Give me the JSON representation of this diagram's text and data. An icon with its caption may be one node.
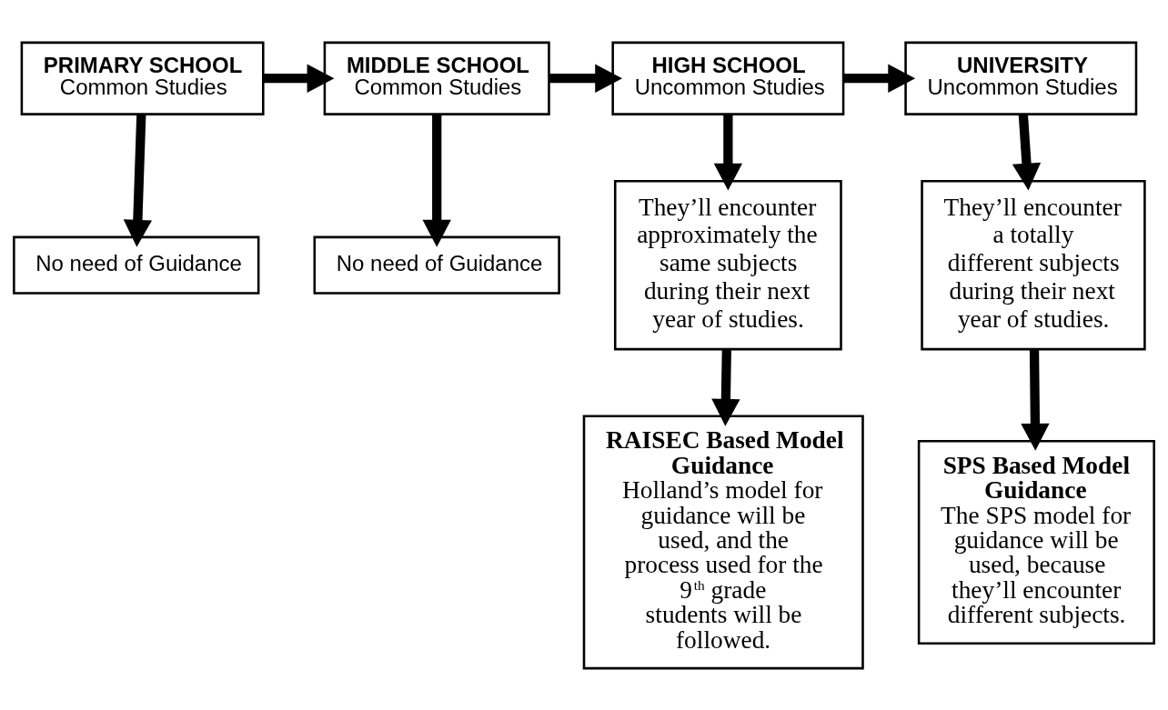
{
  "diagram": {
    "nodes": [
      {
        "text": [
          "PRIMARY SCHOOL",
          "Common Studies"
        ]
      },
      {
        "text": [
          "MIDDLE SCHOOL",
          "Common Studies"
        ]
      },
      {
        "text": [
          "HIGH SCHOOL",
          "Uncommon Studies"
        ]
      },
      {
        "text": [
          "UNIVERSITY",
          "Uncommon Studies"
        ]
      },
      {
        "text": [
          "No need of Guidance"
        ]
      },
      {
        "text": [
          "No need of Guidance"
        ]
      },
      {
        "text": [
          "They’ll encounter approximately the same subjects during their next year of studies."
        ]
      },
      {
        "text": [
          "They’ll encounter a totally different subjects during their next year of studies."
        ]
      },
      {
        "text": [
          "RAISEC Based Model Guidance",
          "Holland’s model for guidance will be used, and the process used for the 9$^{th}$ grade students will be followed."
        ]
      },
      {
        "text": [
          "SPS Based Model Guidance",
          "The SPS model for guidance will be used, because they’ll encounter different subjects."
        ]
      }
    ],
    "edges": [
      {
        "from": 0,
        "to": 1,
        "arrow": "to"
      },
      {
        "from": 1,
        "to": 2,
        "arrow": "to"
      },
      {
        "from": 2,
        "to": 3,
        "arrow": "to"
      },
      {
        "from": 0,
        "to": 4,
        "arrow": "to"
      },
      {
        "from": 1,
        "to": 5,
        "arrow": "to"
      },
      {
        "from": 2,
        "to": 6,
        "arrow": "to"
      },
      {
        "from": 3,
        "to": 7,
        "arrow": "to"
      },
      {
        "from": 6,
        "to": 8,
        "arrow": "to"
      },
      {
        "from": 7,
        "to": 9,
        "arrow": "to"
      }
    ]
  }
}
